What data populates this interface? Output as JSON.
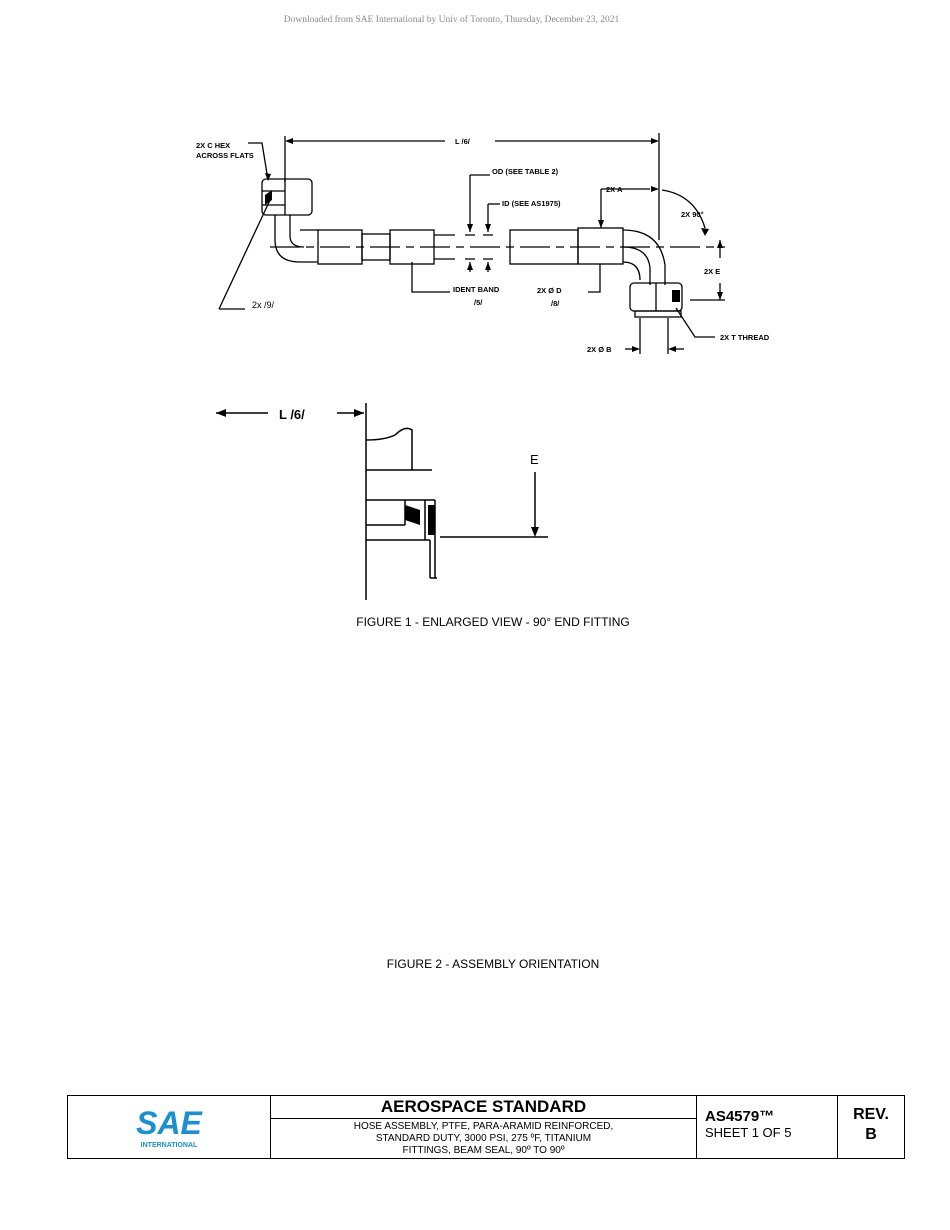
{
  "watermark": "Downloaded from SAE International by Univ of Toronto, Thursday, December 23, 2021",
  "figure1": {
    "labels": {
      "hex": "2X C HEX",
      "hex2": "ACROSS FLATS",
      "length": "L /6/",
      "od": "OD (SEE TABLE 2)",
      "id": "ID (SEE AS1975)",
      "dim_a": "2X A",
      "angle": "2X 90°",
      "dim_e": "2X E",
      "ident": "IDENT BAND",
      "ident_note": "/5/",
      "dim_d": "2X Ø D",
      "dim_d_note": "/8/",
      "note9": "2x /9/",
      "thread": "2X T THREAD",
      "dim_b": "2X Ø B"
    },
    "enlarged": {
      "length": "L /6/",
      "e": "E"
    },
    "caption": "FIGURE 1 - ENLARGED VIEW - 90° END FITTING"
  },
  "figure2": {
    "caption": "FIGURE 2 - ASSEMBLY ORIENTATION"
  },
  "title_block": {
    "logo_text": "SAE",
    "logo_sub": "INTERNATIONAL",
    "heading": "AEROSPACE STANDARD",
    "subtitle_1": "HOSE ASSEMBLY, PTFE, PARA-ARAMID REINFORCED,",
    "subtitle_2": "STANDARD DUTY, 3000 PSI, 275 ºF, TITANIUM",
    "subtitle_3": "FITTINGS, BEAM SEAL, 90º TO 90º",
    "doc_number": "AS4579™",
    "sheet": "SHEET 1 OF 5",
    "rev_label": "REV.",
    "rev_value": "B"
  },
  "colors": {
    "logo_blue": "#1b8fd0",
    "watermark_gray": "#8a8a8a"
  }
}
